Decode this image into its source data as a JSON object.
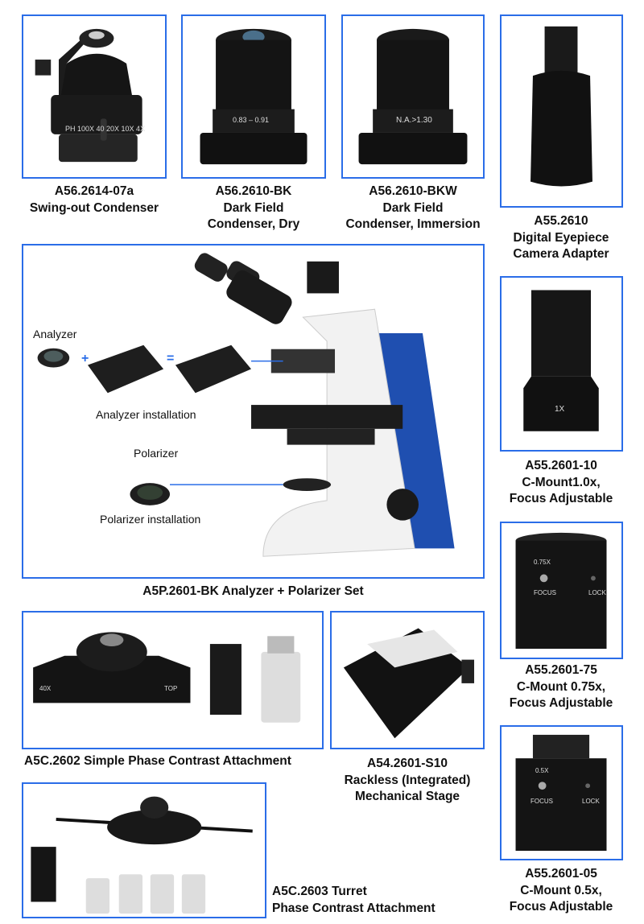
{
  "products": {
    "swing_out": {
      "lines": [
        "A56.2614-07a",
        "Swing-out Condenser"
      ],
      "markings": "PH 100X 40 20X 10X 4X"
    },
    "dark_dry": {
      "lines": [
        "A56.2610-BK",
        "Dark Field",
        "Condenser, Dry"
      ],
      "marking": "0.83  –  0.91"
    },
    "dark_imm": {
      "lines": [
        "A56.2610-BKW",
        "Dark Field",
        "Condenser, Immersion"
      ],
      "marking": "N.A.>1.30"
    },
    "eyepiece": {
      "lines": [
        "A55.2610",
        "Digital Eyepiece",
        "Camera Adapter"
      ]
    },
    "polarizer_set": {
      "lines": [
        "A5P.2601-BK Analyzer + Polarizer Set"
      ],
      "analyzer": "Analyzer",
      "analyzer_install": "Analyzer installation",
      "polarizer": "Polarizer",
      "polarizer_install": "Polarizer installation",
      "plus": "+",
      "equals": "="
    },
    "cmount10": {
      "lines": [
        "A55.2601-10",
        "C-Mount1.0x,",
        "Focus Adjustable"
      ],
      "marking": "1X"
    },
    "cmount75": {
      "lines": [
        "A55.2601-75",
        "C-Mount 0.75x,",
        "Focus Adjustable"
      ],
      "mag": "0.75X",
      "focus": "FOCUS",
      "lock": "LOCK"
    },
    "simple_phase": {
      "lines": [
        "A5C.2602 Simple Phase Contrast Attachment"
      ],
      "left": "40X",
      "right": "TOP"
    },
    "stage": {
      "lines": [
        "A54.2601-S10",
        "Rackless (Integrated)",
        "Mechanical Stage"
      ]
    },
    "cmount05": {
      "lines": [
        "A55.2601-05",
        "C-Mount 0.5x,",
        "Focus Adjustable"
      ],
      "mag": "0.5X",
      "focus": "FOCUS",
      "lock": "LOCK"
    },
    "turret": {
      "lines": [
        "A5C.2603 Turret",
        "Phase Contrast Attachment"
      ]
    }
  }
}
